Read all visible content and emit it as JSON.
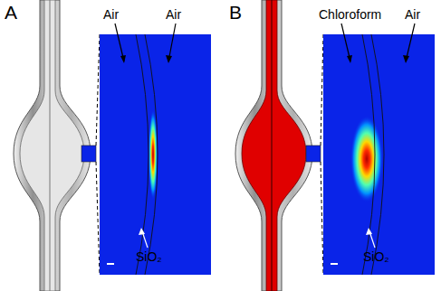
{
  "diagram": {
    "labels": [
      "A",
      "Air",
      "Air",
      "SiO₂",
      "B",
      "Chloroform",
      "Air",
      "SiO₂"
    ]
  }
}
